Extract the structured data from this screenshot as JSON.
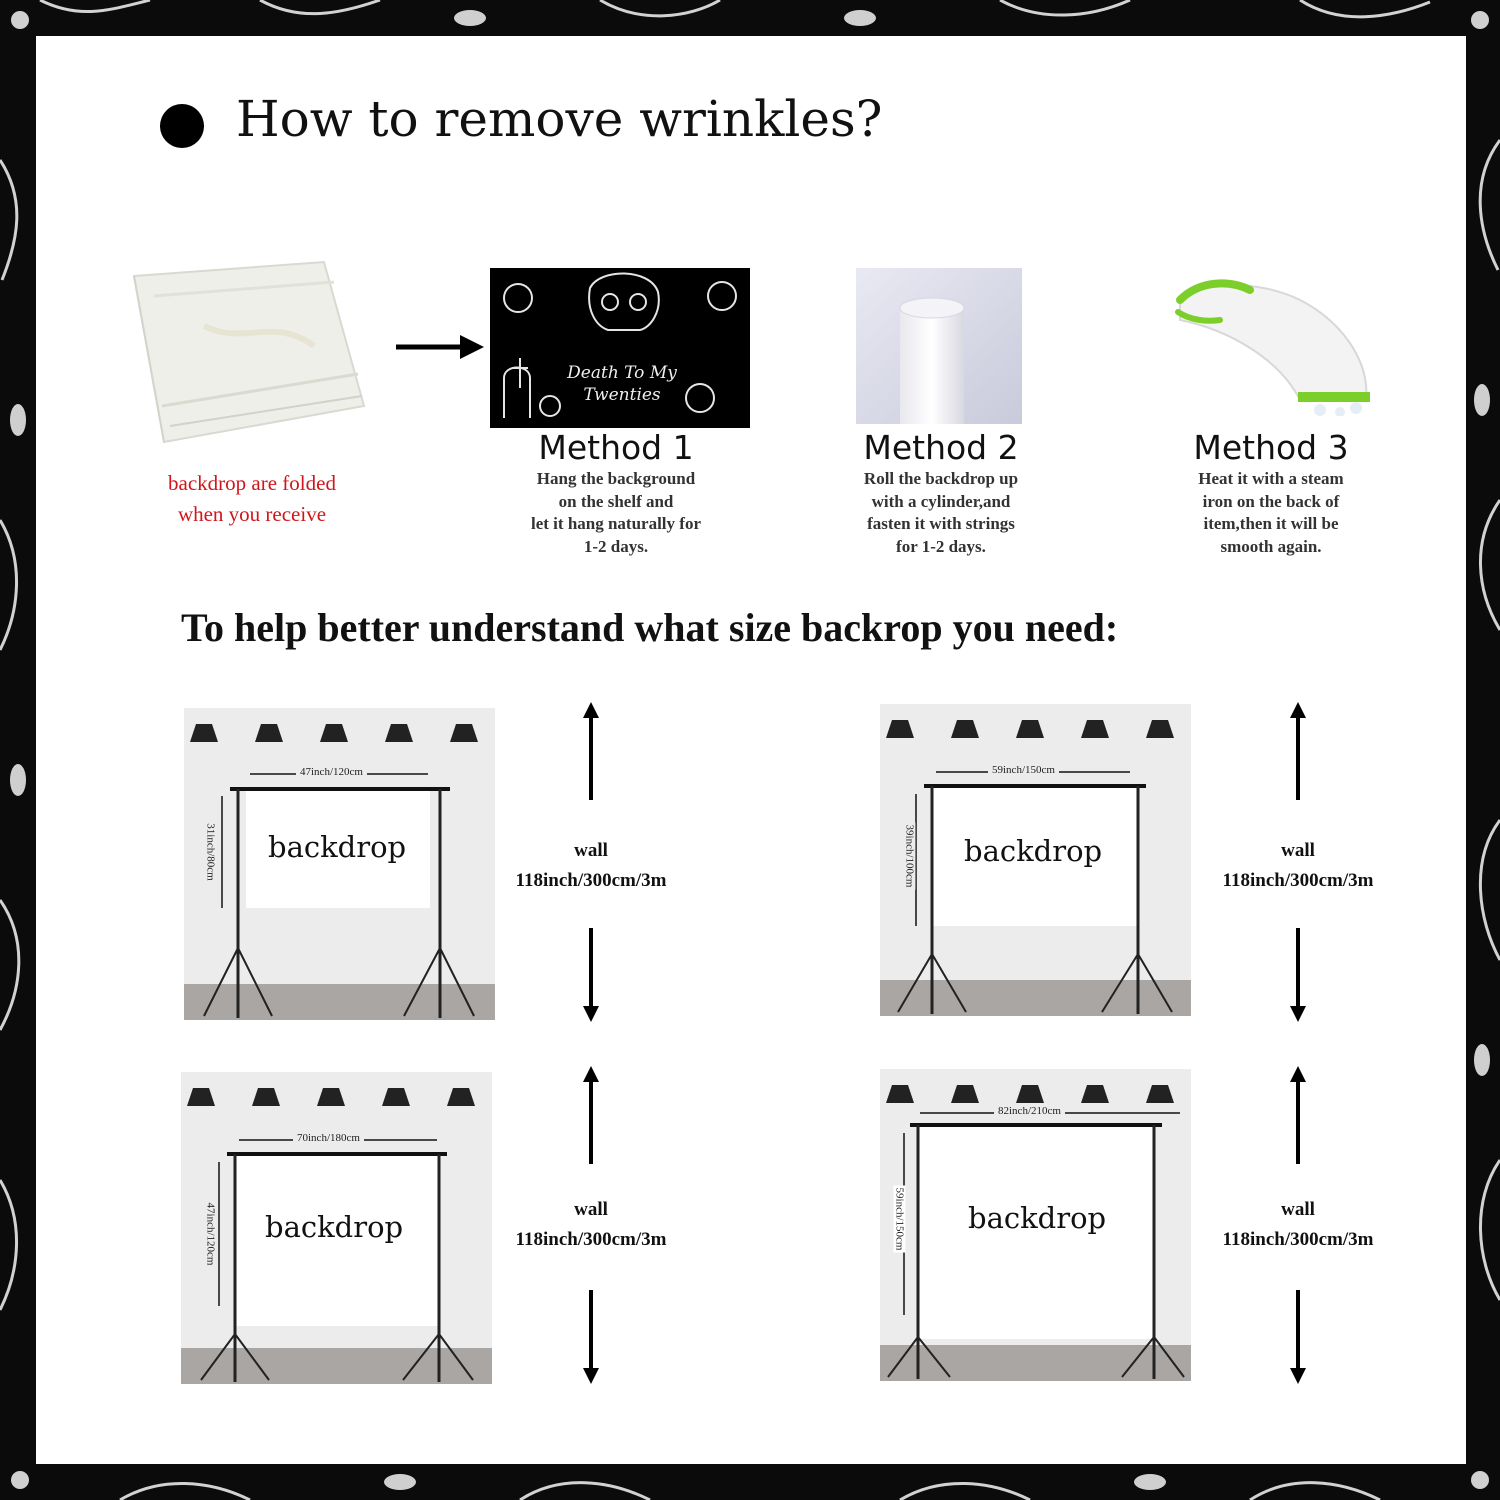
{
  "header": {
    "title": "How to remove wrinkles?"
  },
  "wrinkles": {
    "folded_caption_line1": "backdrop are folded",
    "folded_caption_line2": "when you receive",
    "sample_backdrop_text_line1": "Death To My",
    "sample_backdrop_text_line2": "Twenties",
    "methods": [
      {
        "title": "Method 1",
        "lines": [
          "Hang the background",
          "on the shelf and",
          "let it hang naturally for",
          "1-2 days."
        ]
      },
      {
        "title": "Method 2",
        "lines": [
          "Roll the backdrop up",
          "with a cylinder,and",
          "fasten it with strings",
          "for 1-2 days."
        ]
      },
      {
        "title": "Method 3",
        "lines": [
          "Heat it with a steam",
          "iron on the back of",
          "item,then it will be",
          "smooth again."
        ]
      }
    ]
  },
  "sizes": {
    "title": "To help better understand what size backrop you need:",
    "backdrop_label": "backdrop",
    "wall_label": "wall",
    "wall_size": "118inch/300cm/3m",
    "items": [
      {
        "width_label": "47inch/120cm",
        "height_label": "31inch/80cm"
      },
      {
        "width_label": "59inch/150cm",
        "height_label": "39inch/100cm"
      },
      {
        "width_label": "70inch/180cm",
        "height_label": "47inch/120cm"
      },
      {
        "width_label": "82inch/210cm",
        "height_label": "59inch/150cm"
      }
    ]
  },
  "colors": {
    "caption_red": "#d0161b",
    "steam_green": "#7ccf2a",
    "frame_black": "#0b0b0b"
  }
}
